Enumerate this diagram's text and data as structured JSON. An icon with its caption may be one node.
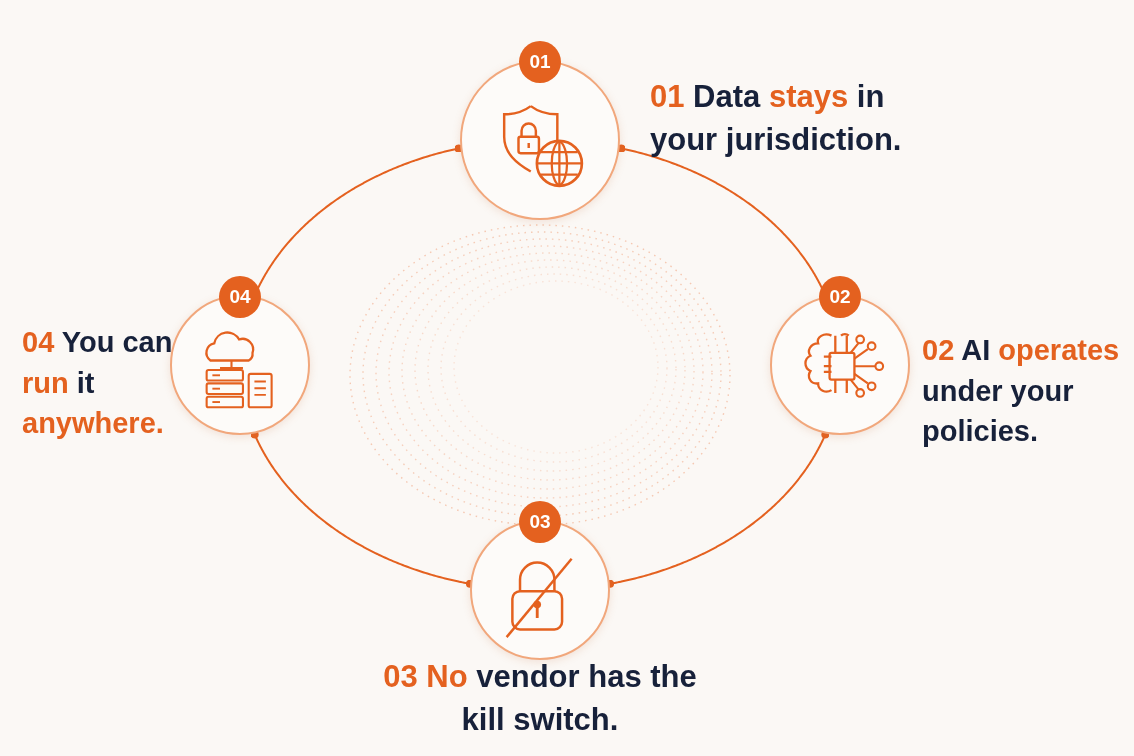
{
  "diagram": {
    "nodes": [
      {
        "text": [
          "01"
        ],
        "beside": [
          "**01** Data **stays** in your jurisdiction."
        ]
      },
      {
        "text": [
          "02"
        ],
        "beside": [
          "**02** AI **operates** under your policies."
        ]
      },
      {
        "text": [
          "03"
        ],
        "beside": [
          "**03 No** vendor has the kill switch."
        ]
      },
      {
        "text": [
          "04"
        ],
        "beside": [
          "**04** You can **run** it **anywhere.**"
        ]
      }
    ],
    "edges": [
      {
        "from": 3,
        "to": 0,
        "arrow": "other"
      },
      {
        "from": 0,
        "to": 1,
        "arrow": "other"
      },
      {
        "from": 1,
        "to": 2,
        "arrow": "other"
      },
      {
        "from": 2,
        "to": 3,
        "arrow": "other"
      }
    ]
  }
}
